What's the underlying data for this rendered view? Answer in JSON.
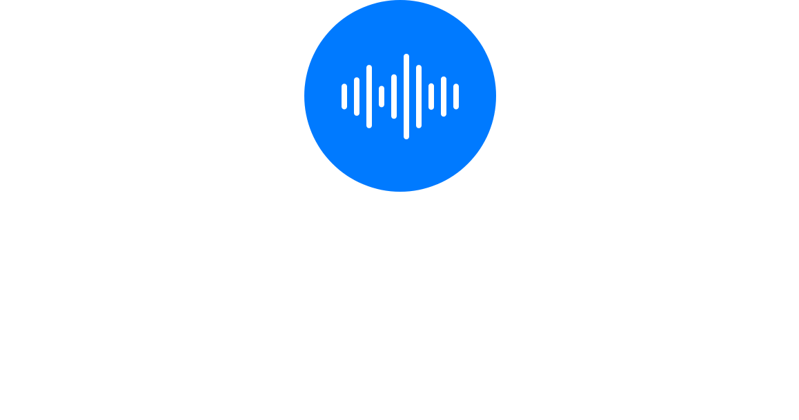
{
  "voice_control": {
    "icon": "waveform-icon",
    "button_color": "#007aff",
    "bar_color": "#ffffff",
    "bar_levels": [
      0.3,
      0.45,
      0.74,
      0.25,
      0.52,
      1.0,
      0.74,
      0.31,
      0.47,
      0.3
    ]
  }
}
